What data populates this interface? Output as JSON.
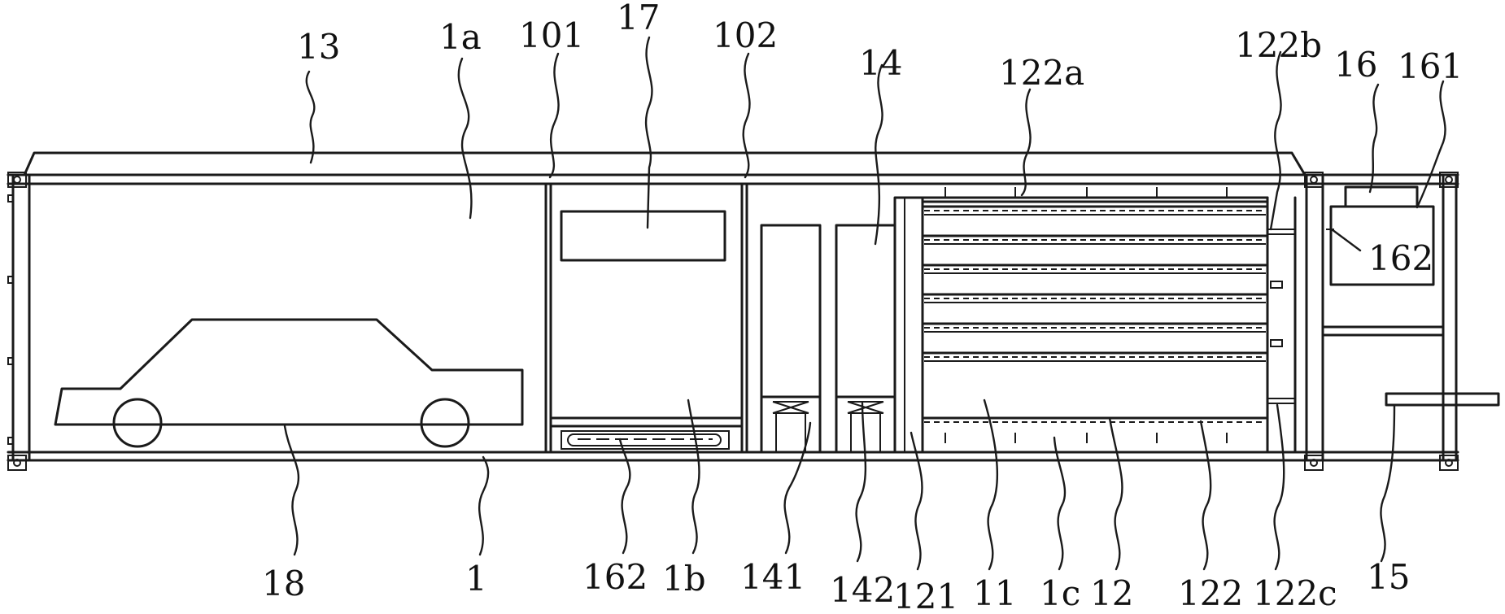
{
  "labels": {
    "l13": "13",
    "l1a": "1a",
    "l101": "101",
    "l17": "17",
    "l102": "102",
    "l14": "14",
    "l122a": "122a",
    "l122b": "122b",
    "l16": "16",
    "l161": "161",
    "l162r": "162",
    "l18": "18",
    "l1": "1",
    "l162b": "162",
    "l1b": "1b",
    "l141": "141",
    "l142": "142",
    "l121": "121",
    "l11": "11",
    "l1c": "1c",
    "l12": "12",
    "l122": "122",
    "l122c": "122c",
    "l15": "15"
  },
  "colors": {
    "line": "#1a1a1a",
    "background": "#ffffff"
  },
  "icons": {
    "vehicle": "car-outline-icon",
    "tray_rows": 6
  }
}
